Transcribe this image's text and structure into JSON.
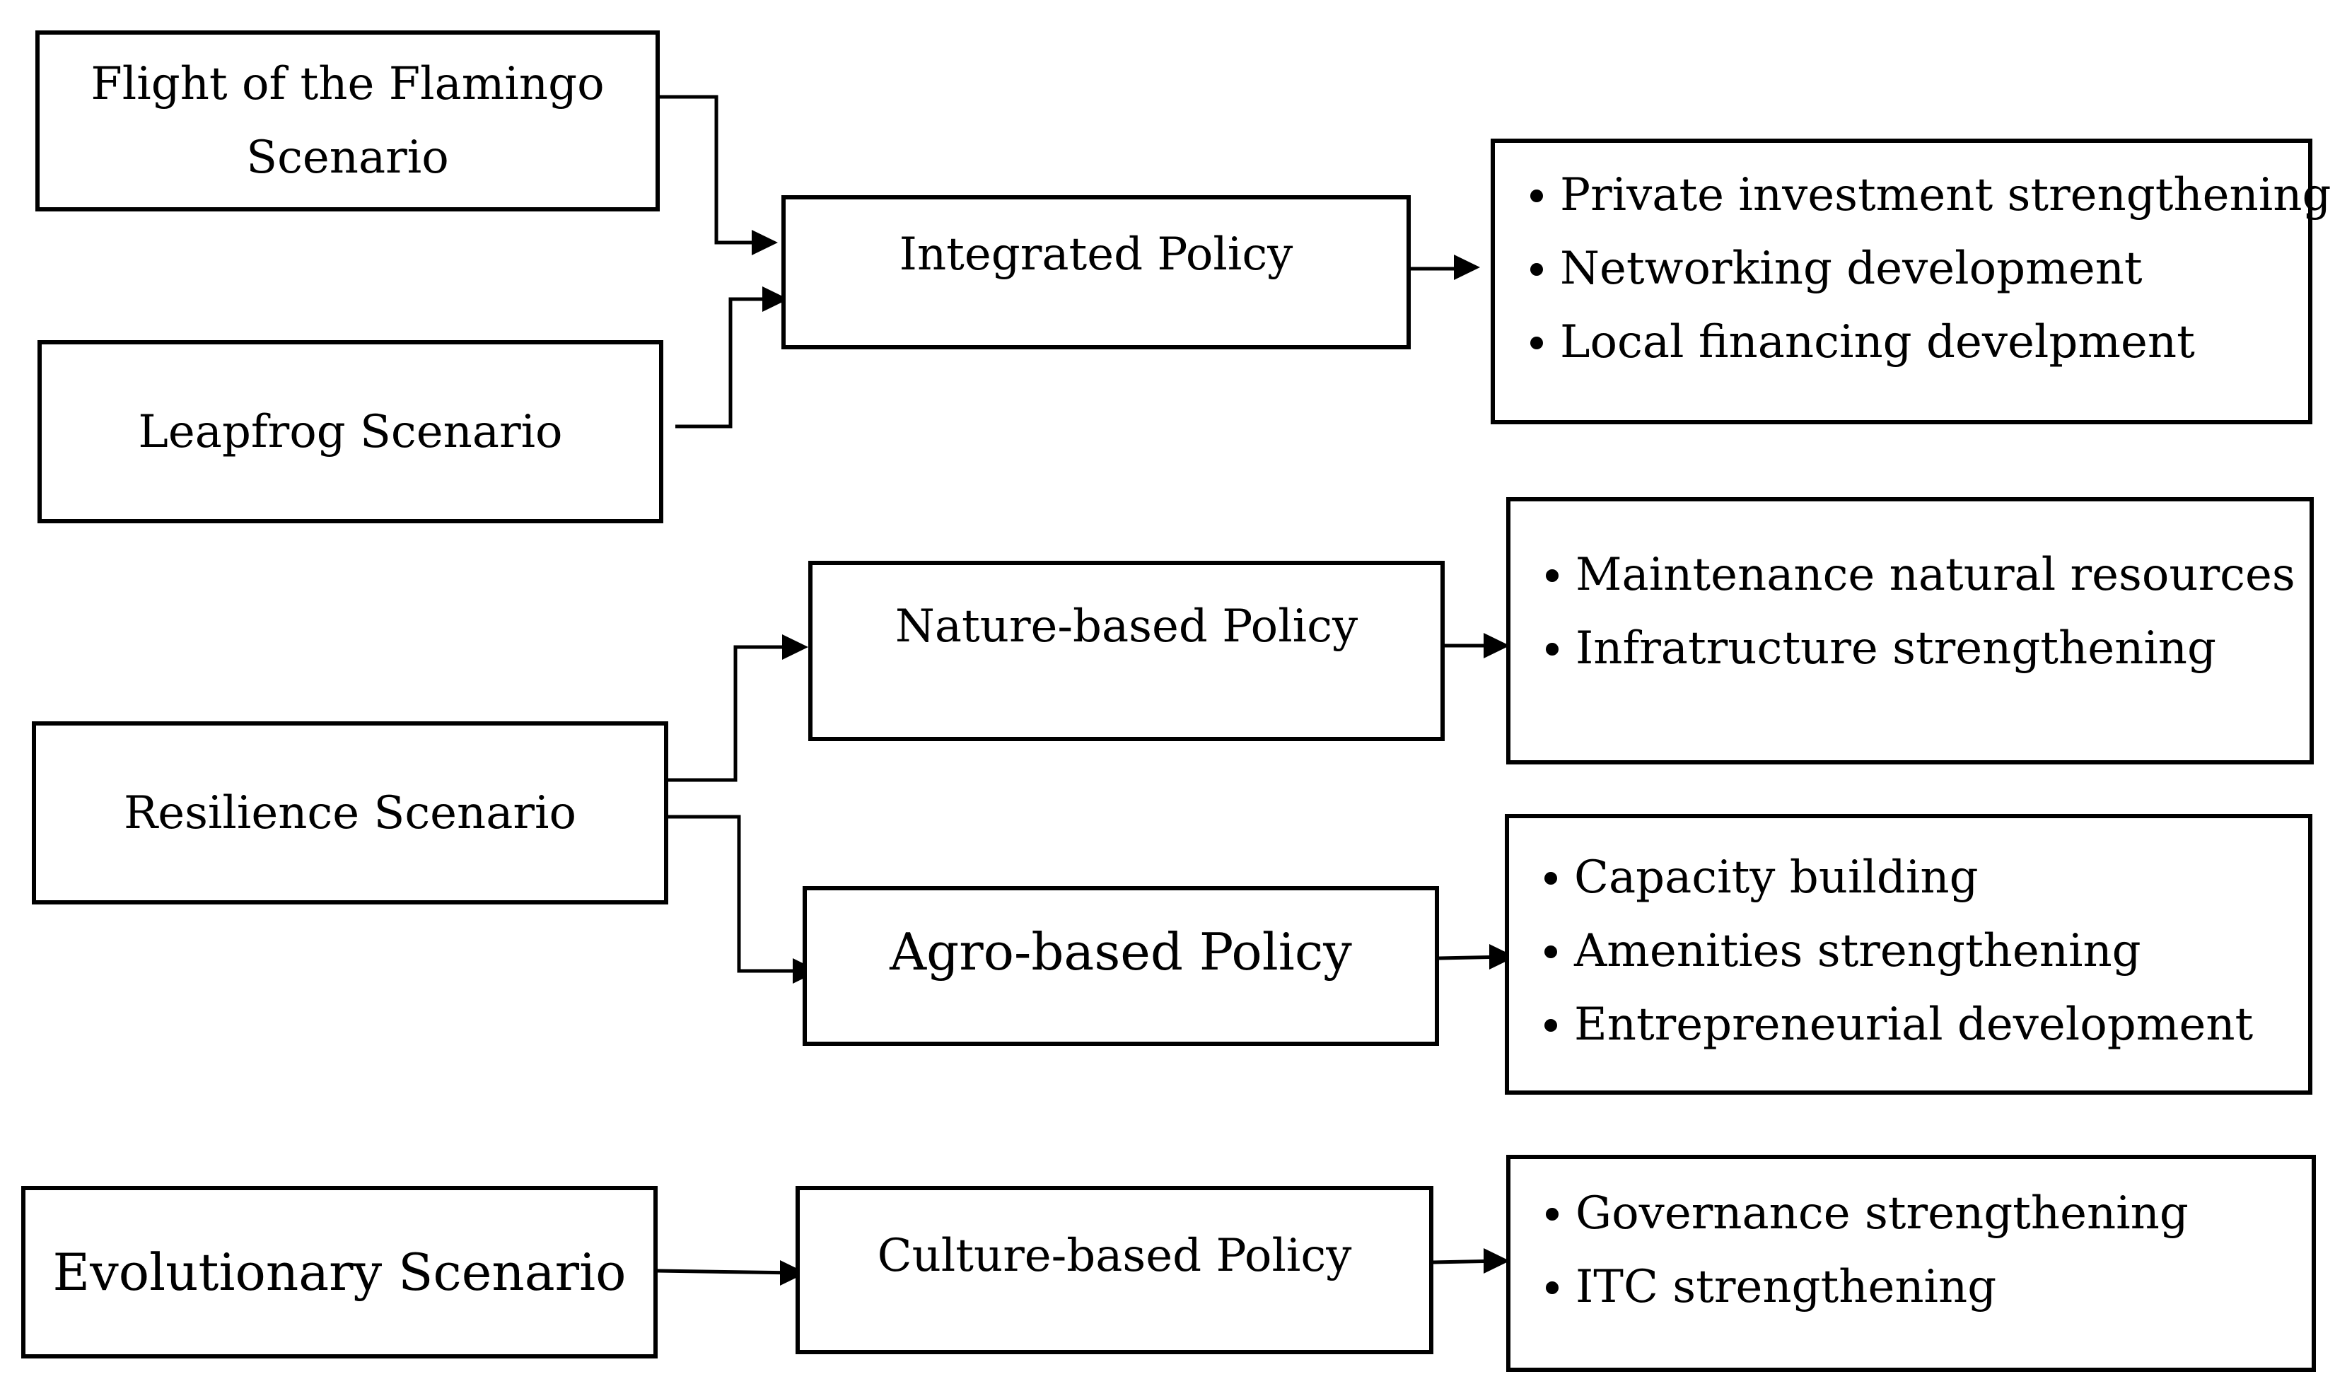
{
  "scenarios": {
    "flamingo": {
      "line1": "Flight of the Flamingo",
      "line2": "Scenario"
    },
    "leapfrog": "Leapfrog Scenario",
    "resilience": "Resilience Scenario",
    "evolutionary": "Evolutionary Scenario"
  },
  "policies": {
    "integrated": "Integrated Policy",
    "nature": "Nature-based Policy",
    "agro": "Agro-based Policy",
    "culture": "Culture-based Policy"
  },
  "outcomes": {
    "integrated": [
      "Private investment strengthening",
      "Networking development",
      "Local financing develpment"
    ],
    "nature": [
      "Maintenance natural resources",
      "Infratructure strengthening"
    ],
    "agro": [
      "Capacity building",
      "Amenities strengthening",
      "Entrepreneurial development"
    ],
    "culture": [
      "Governance strengthening",
      "ITC strengthening"
    ]
  }
}
